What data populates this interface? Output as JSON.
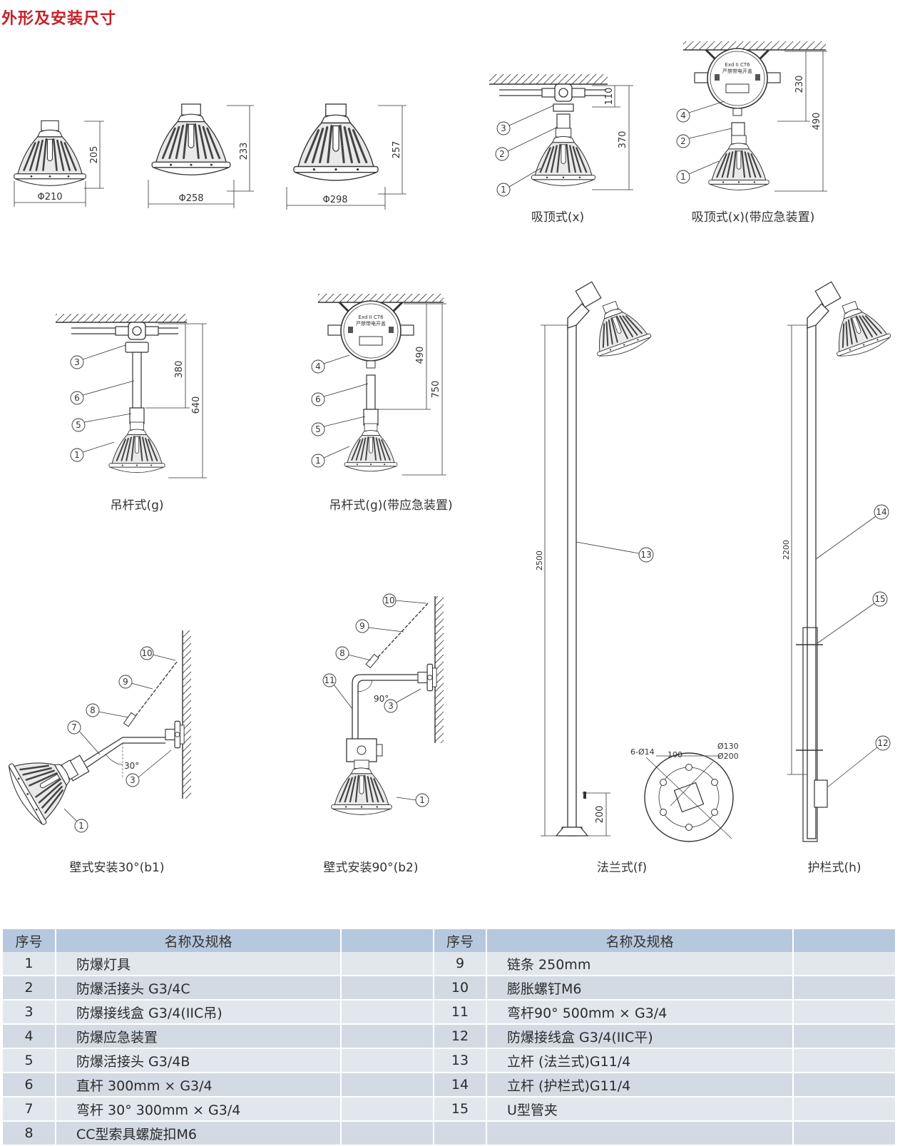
{
  "page_title": "外形及安装尺寸",
  "figures": {
    "lamp_small": {
      "dia": "Φ210",
      "height": "205"
    },
    "lamp_medium": {
      "dia": "Φ258",
      "height": "233"
    },
    "lamp_large": {
      "dia": "Φ298",
      "height": "257"
    },
    "ceiling_x": {
      "caption": "吸顶式(x)",
      "dim_top": "110",
      "dim_total": "370",
      "callouts": [
        "3",
        "2",
        "1"
      ]
    },
    "ceiling_x_em": {
      "caption": "吸顶式(x)(带应急装置)",
      "dim_top": "230",
      "dim_total": "490",
      "callouts": [
        "4",
        "2",
        "1"
      ],
      "box_label_1": "Exd II CT6",
      "box_label_2": "严禁带电开盖"
    },
    "pendant_g": {
      "caption": "吊杆式(g)",
      "dim_top": "380",
      "dim_total": "640",
      "callouts": [
        "3",
        "6",
        "5",
        "1"
      ]
    },
    "pendant_g_em": {
      "caption": "吊杆式(g)(带应急装置)",
      "dim_top": "490",
      "dim_total": "750",
      "callouts": [
        "4",
        "6",
        "5",
        "1"
      ],
      "box_label_1": "Exd II CT6",
      "box_label_2": "严禁带电开盖"
    },
    "flange_f": {
      "caption": "法兰式(f)",
      "dim_total": "2500",
      "dim_base": "200",
      "callouts": [
        "13"
      ],
      "flange_labels": [
        "6-Ø14",
        "100",
        "Ø130",
        "Ø200"
      ]
    },
    "rail_h": {
      "caption": "护栏式(h)",
      "dim_total": "2200",
      "callouts": [
        "14",
        "15",
        "12"
      ]
    },
    "wall_b1": {
      "caption": "壁式安装30°(b1)",
      "angle": "30°",
      "callouts": [
        "10",
        "9",
        "8",
        "7",
        "3",
        "1"
      ]
    },
    "wall_b2": {
      "caption": "壁式安装90°(b2)",
      "angle": "90°",
      "callouts": [
        "10",
        "9",
        "8",
        "11",
        "3",
        "1"
      ]
    }
  },
  "table": {
    "headers": [
      "序号",
      "名称及规格",
      "序号",
      "名称及规格"
    ],
    "left": [
      {
        "no": "1",
        "name": "防爆灯具"
      },
      {
        "no": "2",
        "name": "防爆活接头 G3/4C"
      },
      {
        "no": "3",
        "name": "防爆接线盒 G3/4(IIC吊)"
      },
      {
        "no": "4",
        "name": "防爆应急装置"
      },
      {
        "no": "5",
        "name": "防爆活接头 G3/4B"
      },
      {
        "no": "6",
        "name": "直杆 300mm × G3/4"
      },
      {
        "no": "7",
        "name": "弯杆 30° 300mm × G3/4"
      },
      {
        "no": "8",
        "name": "CC型索具螺旋扣M6"
      }
    ],
    "right": [
      {
        "no": "9",
        "name": "链条 250mm"
      },
      {
        "no": "10",
        "name": "膨胀螺钉M6"
      },
      {
        "no": "11",
        "name": "弯杆90° 500mm × G3/4"
      },
      {
        "no": "12",
        "name": "防爆接线盒 G3/4(IIC平)"
      },
      {
        "no": "13",
        "name": "立杆 (法兰式)G11/4"
      },
      {
        "no": "14",
        "name": "立杆 (护栏式)G11/4"
      },
      {
        "no": "15",
        "name": "U型管夹"
      },
      {
        "no": "",
        "name": ""
      }
    ]
  }
}
